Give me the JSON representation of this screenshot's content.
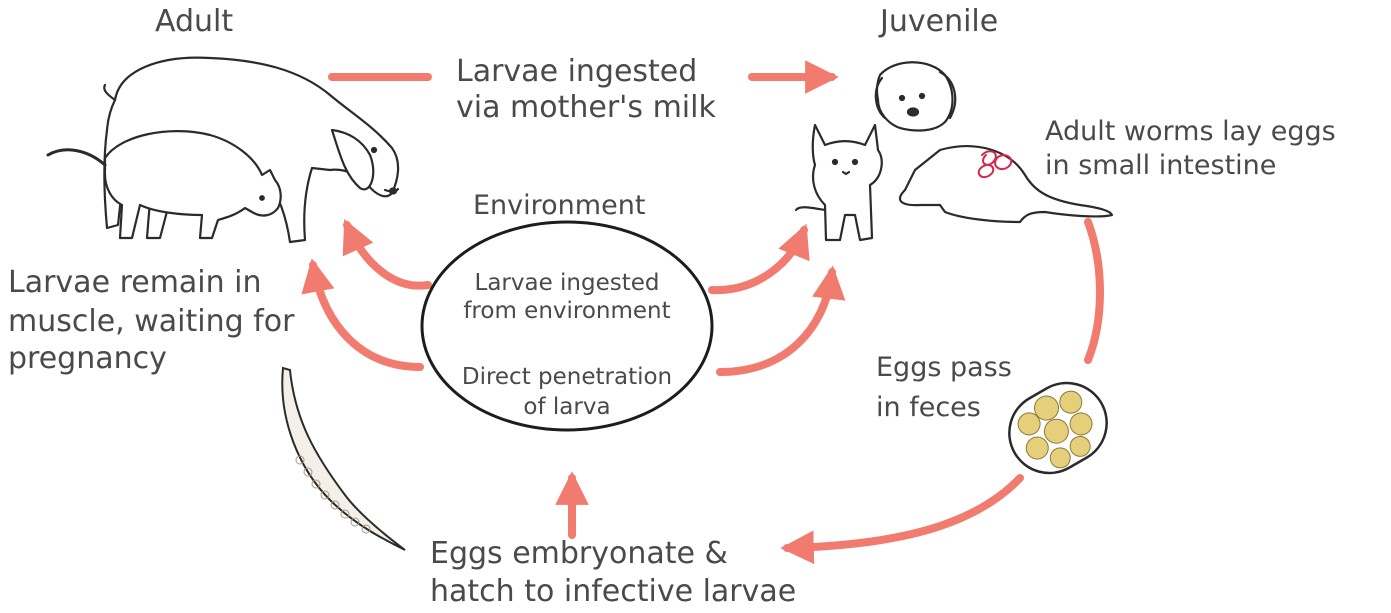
{
  "labels": {
    "adult": "Adult",
    "juvenile": "Juvenile",
    "environment": "Environment",
    "milk_line1": "Larvae ingested",
    "milk_line2": "via mother's milk",
    "worms_line1": "Adult worms lay eggs",
    "worms_line2": "in small intestine",
    "muscle_line1": "Larvae remain in",
    "muscle_line2": "muscle, waiting for",
    "muscle_line3": "pregnancy",
    "eggs_pass_line1": "Eggs pass",
    "eggs_pass_line2": "in feces",
    "embryo_line1": "Eggs embryonate &",
    "embryo_line2": "hatch to infective larvae",
    "env_ingested_line1": "Larvae ingested",
    "env_ingested_line2": "from environment",
    "env_penetration_line1": "Direct penetration",
    "env_penetration_line2": "of larva"
  },
  "colors": {
    "arrow": "#f07b6e",
    "text": "#4a4a4a",
    "outline": "#2b2b2b",
    "worm_accent": "#d8264a",
    "egg_yolk": "#e6cf7a"
  },
  "icons": [
    "adult-dog-icon",
    "adult-cat-icon",
    "puppy-icon",
    "kitten-icon",
    "egg-icon",
    "larva-icon"
  ]
}
